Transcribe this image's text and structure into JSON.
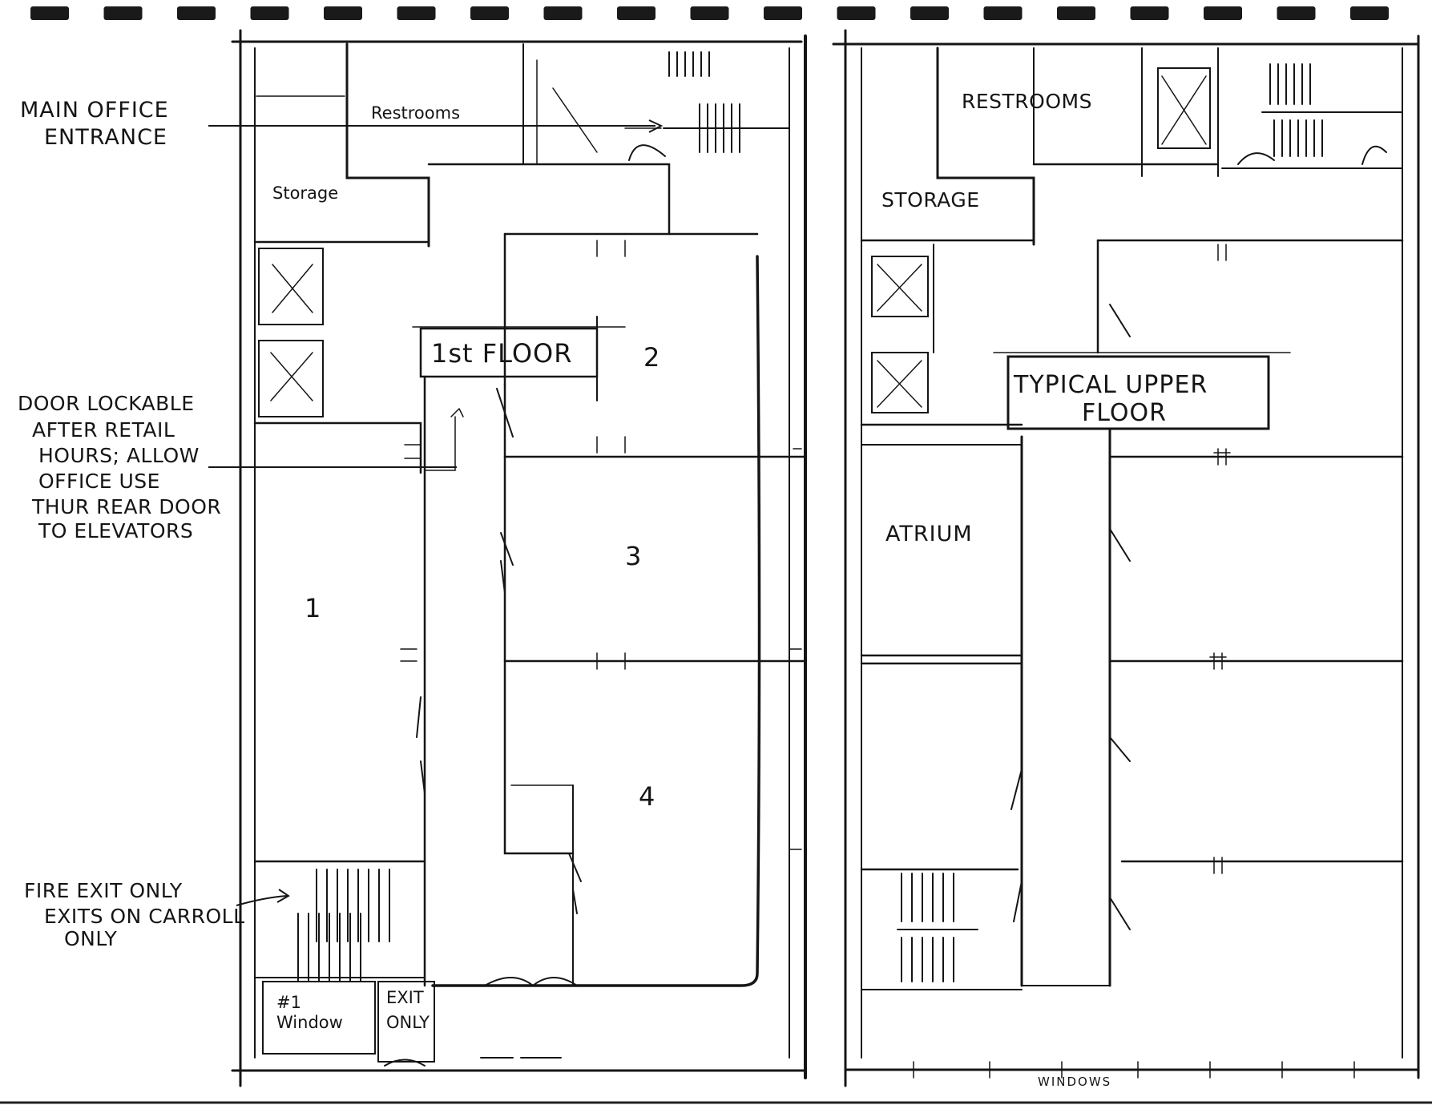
{
  "annotations": {
    "main_office_entrance": [
      "MAIN OFFICE",
      "ENTRANCE"
    ],
    "door_lockable": [
      "DOOR LOCKABLE",
      "AFTER RETAIL",
      "HOURS; ALLOW",
      "OFFICE USE",
      "THUR REAR DOOR",
      "TO ELEVATORS"
    ],
    "fire_exit": [
      "FIRE EXIT ONLY",
      "EXITS ON CARROLL",
      "ONLY"
    ]
  },
  "first_floor": {
    "title": "1st FLOOR",
    "restrooms": "Restrooms",
    "storage": "Storage",
    "rooms": [
      "1",
      "2",
      "3",
      "4"
    ],
    "window_box": [
      "#1",
      "Window"
    ],
    "exit_box": [
      "EXIT",
      "ONLY"
    ]
  },
  "upper_floor": {
    "title": [
      "TYPICAL UPPER",
      "FLOOR"
    ],
    "restrooms": "RESTROOMS",
    "storage": "STORAGE",
    "atrium": "ATRIUM",
    "windows": "WINDOWS"
  },
  "colors": {
    "paper": "#ffffff",
    "ink": "#151515"
  }
}
